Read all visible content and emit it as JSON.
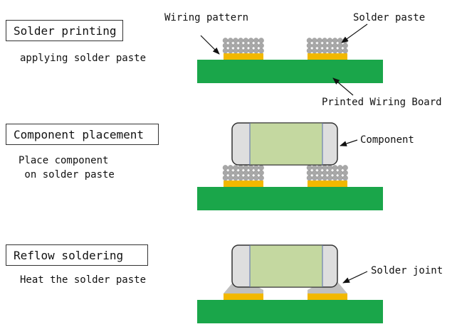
{
  "steps": [
    {
      "title": "Solder printing",
      "description": "applying solder paste"
    },
    {
      "title": "Component placement",
      "description": "Place component\n on solder paste"
    },
    {
      "title": "Reflow soldering",
      "description": "Heat the solder paste"
    }
  ],
  "labels": {
    "wiring_pattern": "Wiring pattern",
    "solder_paste": "Solder paste",
    "printed_wiring_board": "Printed Wiring Board",
    "component": "Component",
    "solder_joint": "Solder joint"
  },
  "colors": {
    "board": "#1aa64a",
    "pad": "#f2b800",
    "paste_ball": "#a8a8a8",
    "component_body": "#c4d8a0",
    "component_terminal": "#dedede",
    "solder_joint": "#c0c0c0",
    "outline": "#333333"
  }
}
